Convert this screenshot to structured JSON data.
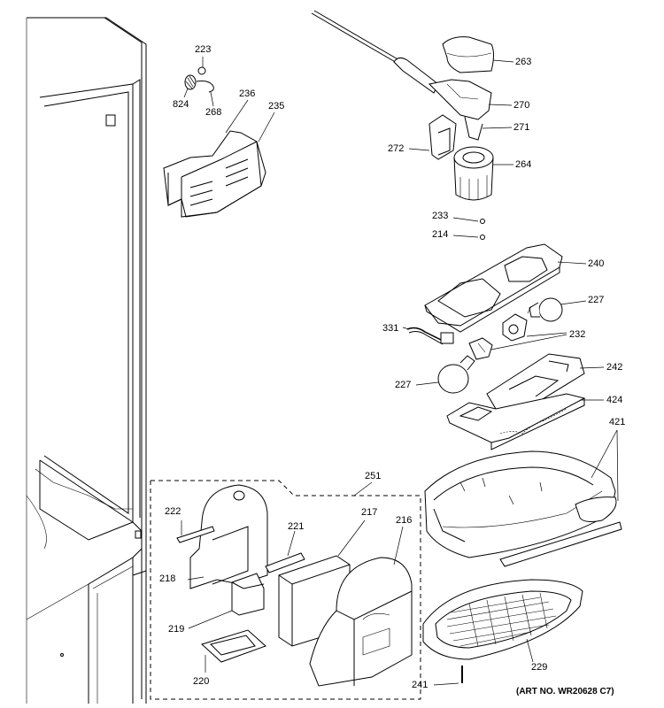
{
  "diagram": {
    "art_number": "(ART NO. WR20628 C7)",
    "labels": {
      "p223": "223",
      "p824": "824",
      "p268": "268",
      "p236": "236",
      "p235": "235",
      "p263": "263",
      "p270": "270",
      "p271": "271",
      "p272": "272",
      "p264": "264",
      "p233": "233",
      "p214": "214",
      "p240": "240",
      "p227a": "227",
      "p331": "331",
      "p232": "232",
      "p227b": "227",
      "p242": "242",
      "p424": "424",
      "p421": "421",
      "p251": "251",
      "p222": "222",
      "p217": "217",
      "p216": "216",
      "p221": "221",
      "p218": "218",
      "p219": "219",
      "p220": "220",
      "p229": "229",
      "p241": "241"
    }
  }
}
